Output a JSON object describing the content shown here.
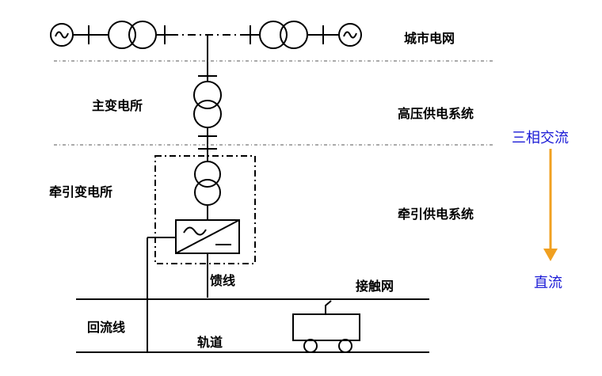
{
  "labels": {
    "city_grid": "城市电网",
    "main_substation": "主变电所",
    "high_voltage_system": "高压供电系统",
    "traction_substation": "牵引变电所",
    "traction_supply_system": "牵引供电系统",
    "feeder": "馈线",
    "contact_network": "接触网",
    "return_line": "回流线",
    "track": "轨道"
  },
  "conversion": {
    "from": "三相交流",
    "to": "直流"
  },
  "colors": {
    "line": "#000000",
    "label_blue": "#1a1ad6",
    "arrow": "#f0a020"
  },
  "icons": [
    "ac-generator-icon",
    "transformer-icon",
    "rectifier-icon",
    "train-car-icon"
  ]
}
